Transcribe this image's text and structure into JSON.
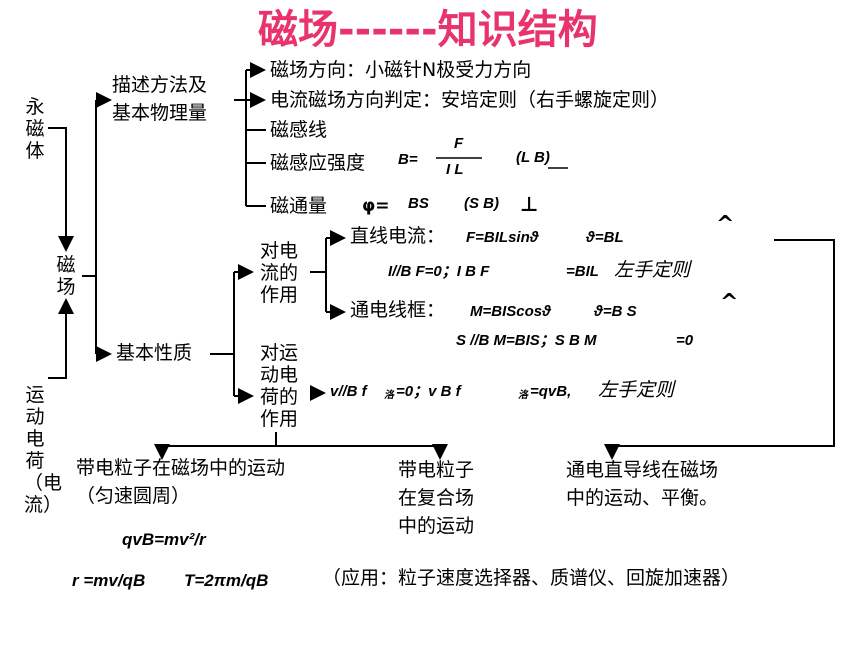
{
  "title": "磁场------知识结构",
  "left": {
    "permanent_magnet": "永磁体",
    "magnetic_field": "磁场",
    "moving_charge": "运动电荷（电流）"
  },
  "branch1": {
    "label_line1": "描述方法及",
    "label_line2": "基本物理量",
    "items": {
      "direction": "磁场方向：小磁针N极受力方向",
      "current_rule": "电流磁场方向判定：安培定则（右手螺旋定则）",
      "field_lines": "磁感线",
      "intensity": "磁感应强度",
      "intensity_formula_b": "B=",
      "intensity_num": "F",
      "intensity_den": "I L",
      "intensity_cond": "(L   B)",
      "flux": "磁通量",
      "flux_phi": "φ=",
      "flux_formula": "BS",
      "flux_cond": "(S   B)",
      "perp_symbol": "⊥"
    }
  },
  "branch2": {
    "label": "基本性质",
    "current_action": "对电流的作用",
    "straight_wire_label": "直线电流：",
    "straight_wire_formula": "F=BILsinϑ",
    "straight_wire_theta": "ϑ=BL",
    "straight_wire_cond": "I//B   F=0；I   B   F",
    "straight_wire_max": "=BIL",
    "left_hand_rule": "左手定则",
    "coil_label": "通电线框：",
    "coil_formula": "M=BIScosϑ",
    "coil_theta": "ϑ=B S",
    "coil_cond": "S //B   M=BIS；S   B     M",
    "coil_max": "=0",
    "charge_action": "对运动电荷的作用",
    "lorentz_a": "v//B  f",
    "lorentz_sub": "洛",
    "lorentz_b": "=0；v   B   f",
    "lorentz_c": "=qvB,",
    "caret": "^"
  },
  "bottom": {
    "charged_particle_line1": "带电粒子在磁场中的运动",
    "charged_particle_line2": "（匀速圆周）",
    "composite_line1": "带电粒子",
    "composite_line2": "在复合场",
    "composite_line3": "中的运动",
    "wire_line1": "通电直导线在磁场",
    "wire_line2": "中的运动、平衡。",
    "qvb": "qvB=mv²/r",
    "radius": "r =mv/qB",
    "period": "T=2πm/qB",
    "applications": "（应用：粒子速度选择器、质谱仪、回旋加速器）"
  }
}
